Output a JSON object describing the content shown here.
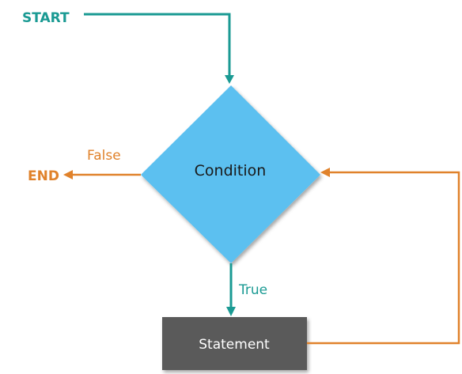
{
  "diagram": {
    "start_label": "START",
    "end_label": "END",
    "condition_label": "Condition",
    "statement_label": "Statement",
    "true_label": "True",
    "false_label": "False"
  },
  "colors": {
    "teal": "#1a9a93",
    "orange": "#e0822b",
    "diamond_fill": "#5bc0f0",
    "statement_fill": "#5a5a5a",
    "statement_text": "#ffffff",
    "condition_text": "#1a1a1a"
  }
}
